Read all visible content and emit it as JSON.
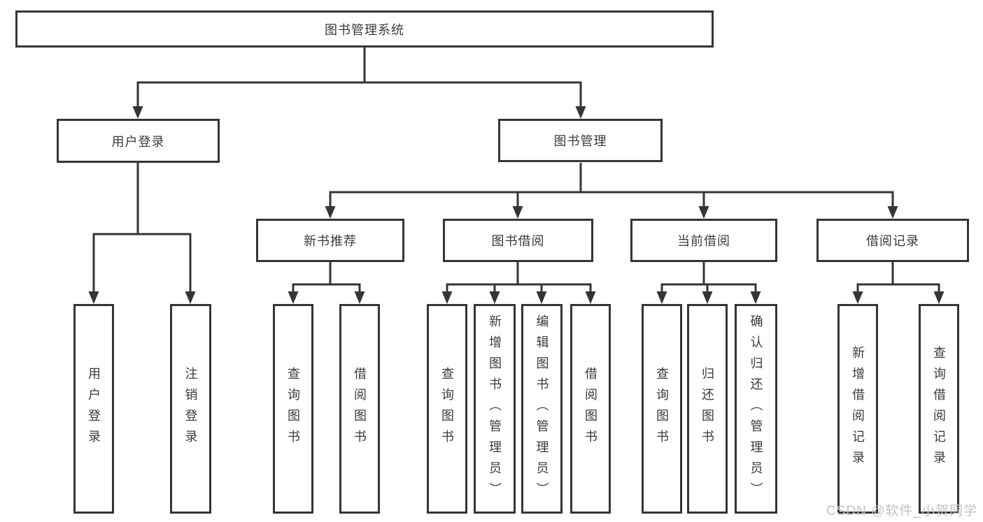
{
  "diagram": {
    "root": {
      "label": "图书管理系统"
    },
    "branches": [
      {
        "label": "用户登录"
      },
      {
        "label": "图书管理"
      }
    ],
    "modules": [
      {
        "label": "新书推荐"
      },
      {
        "label": "图书借阅"
      },
      {
        "label": "当前借阅"
      },
      {
        "label": "借阅记录"
      }
    ],
    "leaves": [
      {
        "label": "用户登录"
      },
      {
        "label": "注销登录"
      },
      {
        "label": "查询图书"
      },
      {
        "label": "借阅图书"
      },
      {
        "label": "查询图书"
      },
      {
        "label": "新增图书（管理员）"
      },
      {
        "label": "编辑图书（管理员）"
      },
      {
        "label": "借阅图书"
      },
      {
        "label": "查询图书"
      },
      {
        "label": "归还图书"
      },
      {
        "label": "确认归还（管理员）"
      },
      {
        "label": "新增借阅记录"
      },
      {
        "label": "查询借阅记录"
      }
    ]
  },
  "watermark": {
    "text": "CSDN @软件_小贺同学"
  },
  "colors": {
    "line": "#353535",
    "text": "#3b3b3b",
    "background": "#ffffff",
    "watermark": "#c2c2c2"
  }
}
